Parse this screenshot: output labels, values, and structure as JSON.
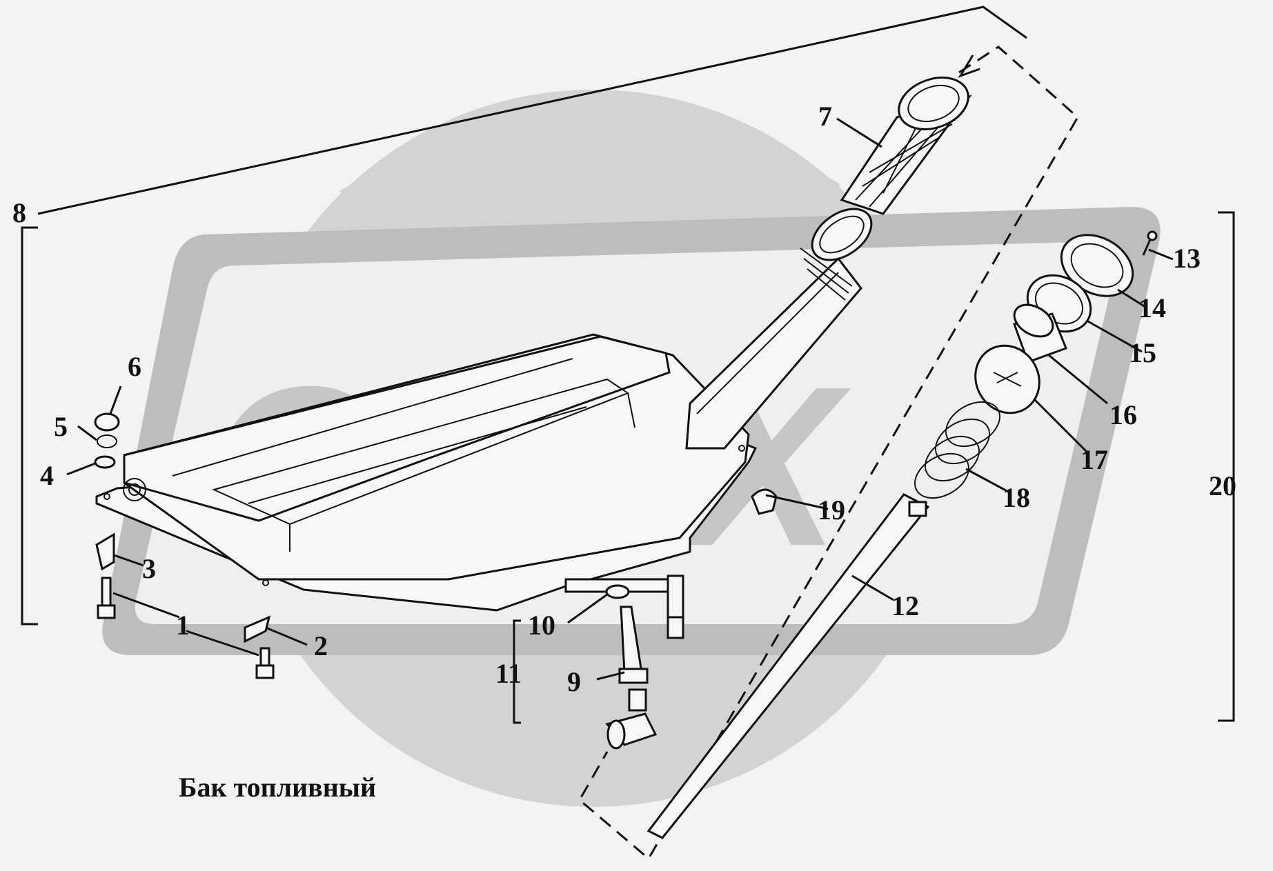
{
  "caption": "Бак топливный",
  "watermark": {
    "text": "OPEX",
    "color": "#c9c9c9"
  },
  "labels": {
    "n1": "1",
    "n2": "2",
    "n3": "3",
    "n4": "4",
    "n5": "5",
    "n6": "6",
    "n7": "7",
    "n8": "8",
    "n9": "9",
    "n10": "10",
    "n11": "11",
    "n12": "12",
    "n13": "13",
    "n14": "14",
    "n15": "15",
    "n16": "16",
    "n17": "17",
    "n18": "18",
    "n19": "19",
    "n20": "20"
  }
}
